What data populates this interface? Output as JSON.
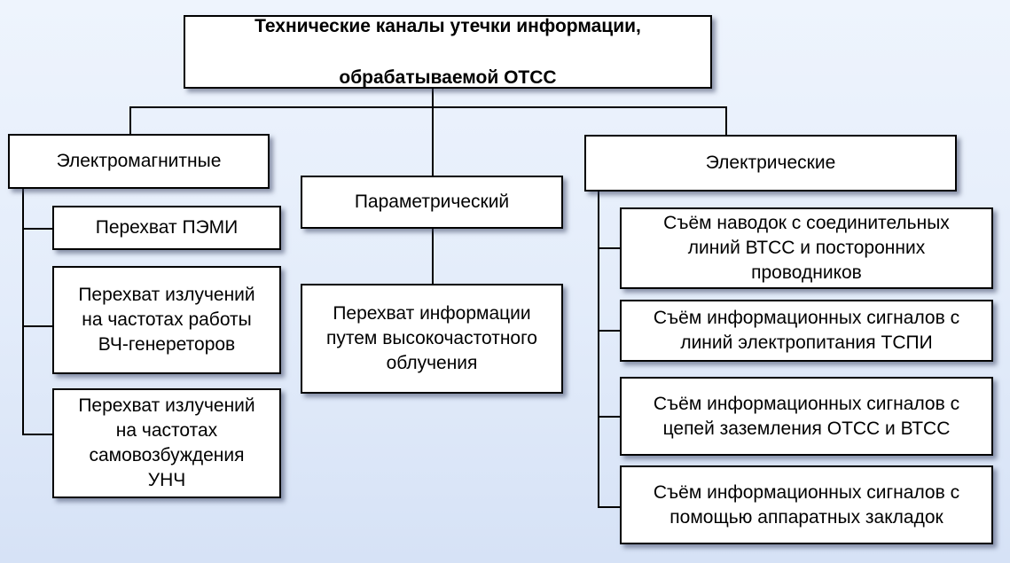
{
  "root": {
    "line1": "Технические каналы утечки информации,",
    "line2": "обрабатываемой ОТСС"
  },
  "categories": {
    "electromagnetic": "Электромагнитные",
    "parametric": "Параметрический",
    "electric": "Электрические"
  },
  "electromagnetic_items": [
    "Перехват ПЭМИ",
    "Перехват излучений\nна частотах работы\nВЧ-генереторов",
    "Перехват излучений\nна частотах\nсамовозбуждения\nУНЧ"
  ],
  "parametric_items": [
    "Перехват информации\nпутем высокочастотного\nоблучения"
  ],
  "electric_items": [
    "Съём наводок с соединительных\nлиний ВТСС и посторонних\nпроводников",
    "Съём информационных сигналов с\nлиний электропитания ТСПИ",
    "Съём информационных сигналов с\nцепей заземления ОТСС и ВТСС",
    "Съём информационных сигналов с\nпомощью аппаратных закладок"
  ]
}
